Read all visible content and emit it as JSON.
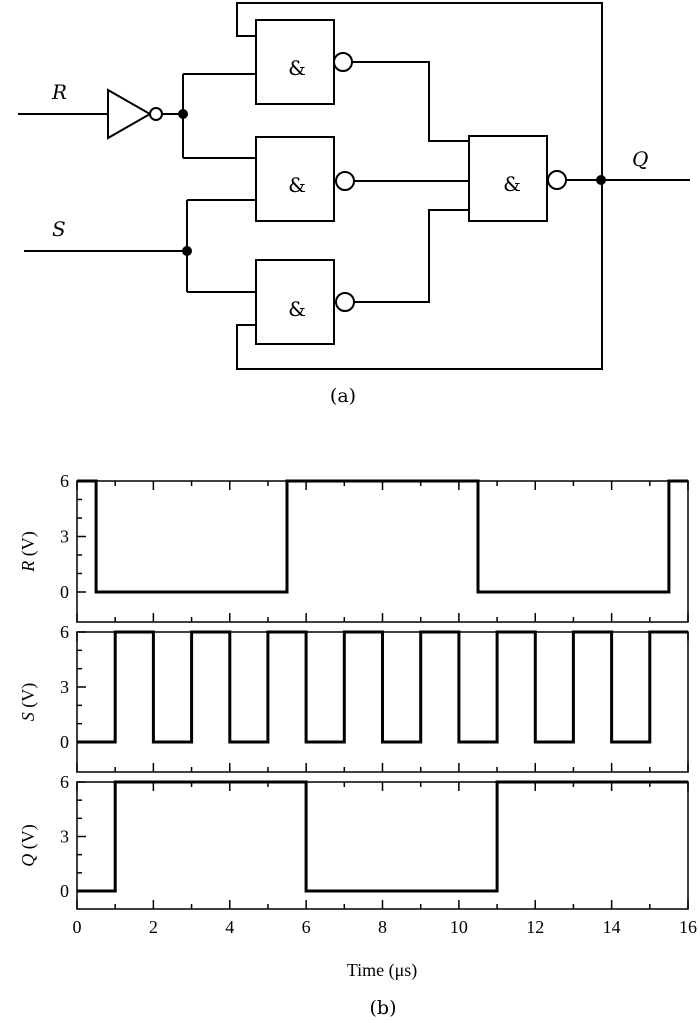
{
  "circuit": {
    "input_r_label": "R",
    "input_s_label": "S",
    "output_label": "Q",
    "gate_symbol": "&",
    "caption": "(a)"
  },
  "chart_data": {
    "type": "line",
    "caption": "(b)",
    "xlabel": "Time (μs)",
    "xlim": [
      0,
      16
    ],
    "x_ticks": [
      0,
      2,
      4,
      6,
      8,
      10,
      12,
      14,
      16
    ],
    "grid": false,
    "subplots": [
      {
        "ylabel": "R (V)",
        "ylim": [
          0,
          6
        ],
        "y_ticks": [
          0,
          3,
          6
        ],
        "step_points": [
          [
            0,
            6
          ],
          [
            0.5,
            6
          ],
          [
            0.5,
            0
          ],
          [
            5.5,
            0
          ],
          [
            5.5,
            6
          ],
          [
            10.5,
            6
          ],
          [
            10.5,
            0
          ],
          [
            15.5,
            0
          ],
          [
            15.5,
            6
          ],
          [
            16,
            6
          ]
        ]
      },
      {
        "ylabel": "S (V)",
        "ylim": [
          0,
          6
        ],
        "y_ticks": [
          0,
          3,
          6
        ],
        "step_points": [
          [
            0,
            0
          ],
          [
            1,
            0
          ],
          [
            1,
            6
          ],
          [
            2,
            6
          ],
          [
            2,
            0
          ],
          [
            3,
            0
          ],
          [
            3,
            6
          ],
          [
            4,
            6
          ],
          [
            4,
            0
          ],
          [
            5,
            0
          ],
          [
            5,
            6
          ],
          [
            6,
            6
          ],
          [
            6,
            0
          ],
          [
            7,
            0
          ],
          [
            7,
            6
          ],
          [
            8,
            6
          ],
          [
            8,
            0
          ],
          [
            9,
            0
          ],
          [
            9,
            6
          ],
          [
            10,
            6
          ],
          [
            10,
            0
          ],
          [
            11,
            0
          ],
          [
            11,
            6
          ],
          [
            12,
            6
          ],
          [
            12,
            0
          ],
          [
            13,
            0
          ],
          [
            13,
            6
          ],
          [
            14,
            6
          ],
          [
            14,
            0
          ],
          [
            15,
            0
          ],
          [
            15,
            6
          ],
          [
            16,
            6
          ]
        ]
      },
      {
        "ylabel": "Q (V)",
        "ylim": [
          0,
          6
        ],
        "y_ticks": [
          0,
          3,
          6
        ],
        "step_points": [
          [
            0,
            0
          ],
          [
            1,
            0
          ],
          [
            1,
            6
          ],
          [
            6,
            6
          ],
          [
            6,
            0
          ],
          [
            11,
            0
          ],
          [
            11,
            6
          ],
          [
            16,
            6
          ]
        ]
      }
    ]
  }
}
